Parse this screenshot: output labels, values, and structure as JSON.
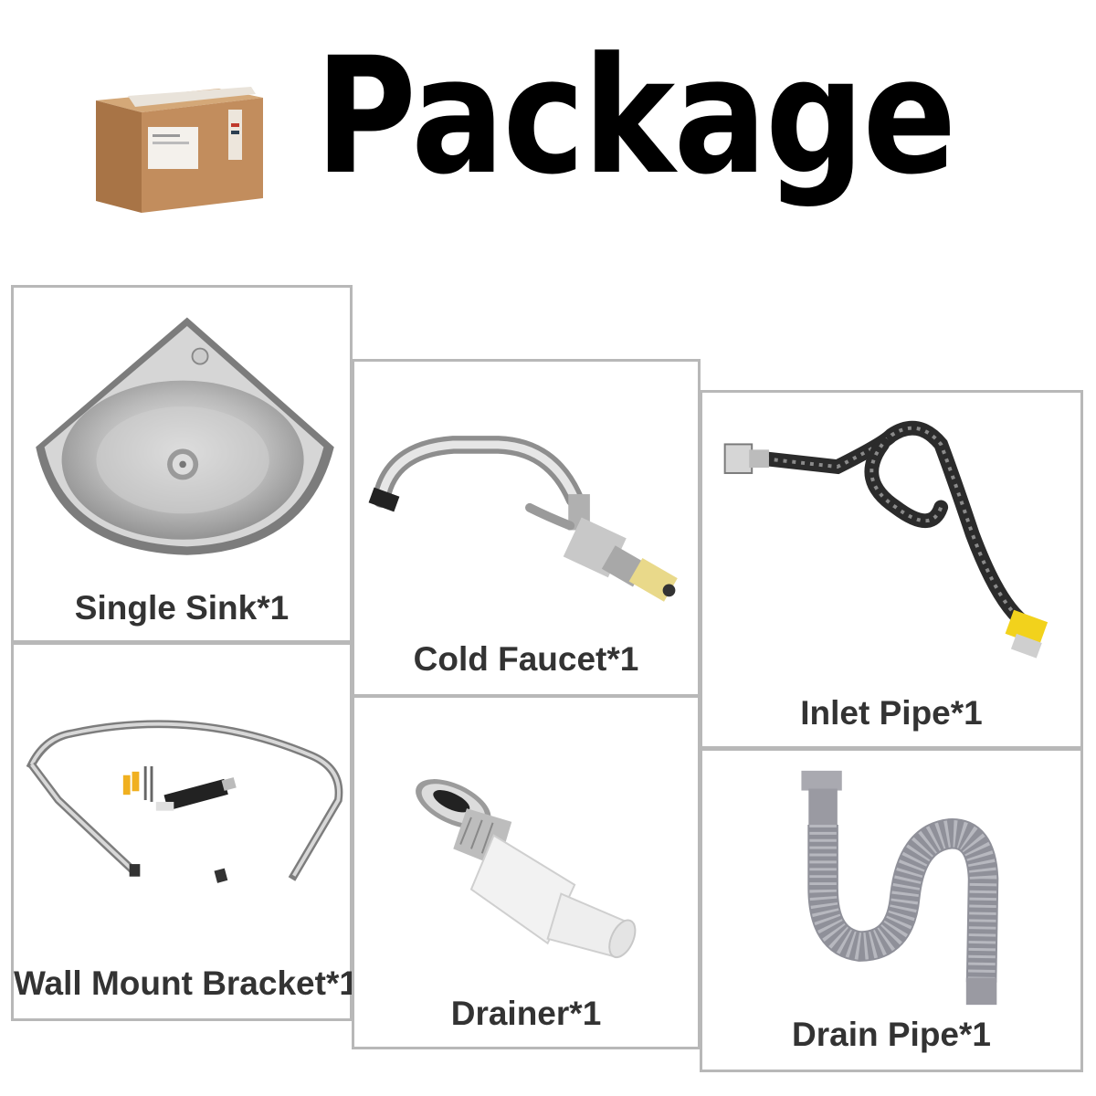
{
  "header": {
    "title": "Package",
    "box_icon": "cardboard-box-icon"
  },
  "items": [
    {
      "id": "sink",
      "label": "Single Sink*1",
      "icon": "corner-sink-icon"
    },
    {
      "id": "faucet",
      "label": "Cold Faucet*1",
      "icon": "faucet-icon"
    },
    {
      "id": "inlet",
      "label": "Inlet Pipe*1",
      "icon": "braided-hose-icon"
    },
    {
      "id": "bracket",
      "label": "Wall Mount Bracket*1",
      "icon": "bracket-icon"
    },
    {
      "id": "drainer",
      "label": "Drainer*1",
      "icon": "drainer-icon"
    },
    {
      "id": "drainpipe",
      "label": "Drain Pipe*1",
      "icon": "drain-pipe-icon"
    }
  ],
  "colors": {
    "border": "#b8b8b8",
    "label_text": "#333333",
    "title_text": "#000000",
    "box": "#b88756"
  }
}
